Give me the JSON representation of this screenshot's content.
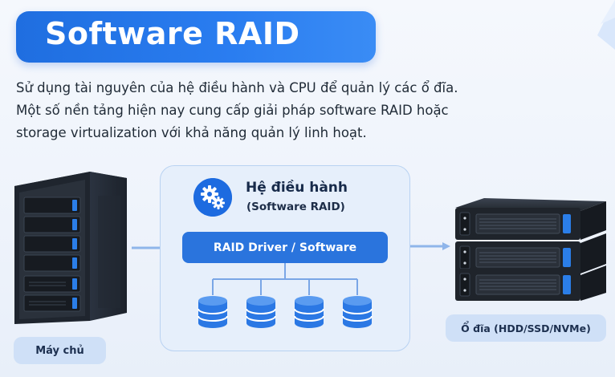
{
  "header": {
    "title": "Software RAID"
  },
  "description": {
    "lines": [
      "Sử dụng tài nguyên của hệ điều hành và CPU để quản lý các ổ đĩa.",
      "Một số nền tảng hiện nay cung cấp giải pháp software RAID hoặc",
      "storage virtualization với khả năng quản lý linh hoạt."
    ]
  },
  "diagram": {
    "os_title": "Hệ điều hành",
    "os_subtitle": "(Software RAID)",
    "driver_label": "RAID Driver / Software",
    "disk_count": 4,
    "server_label": "Máy chủ",
    "drives_label": "Ổ đĩa (HDD/SSD/NVMe)",
    "colors": {
      "primary": "#2a74dd",
      "panel": "#e6effb",
      "label_bg": "#cfe0f7",
      "disk_blue": "#2b78e4"
    }
  }
}
